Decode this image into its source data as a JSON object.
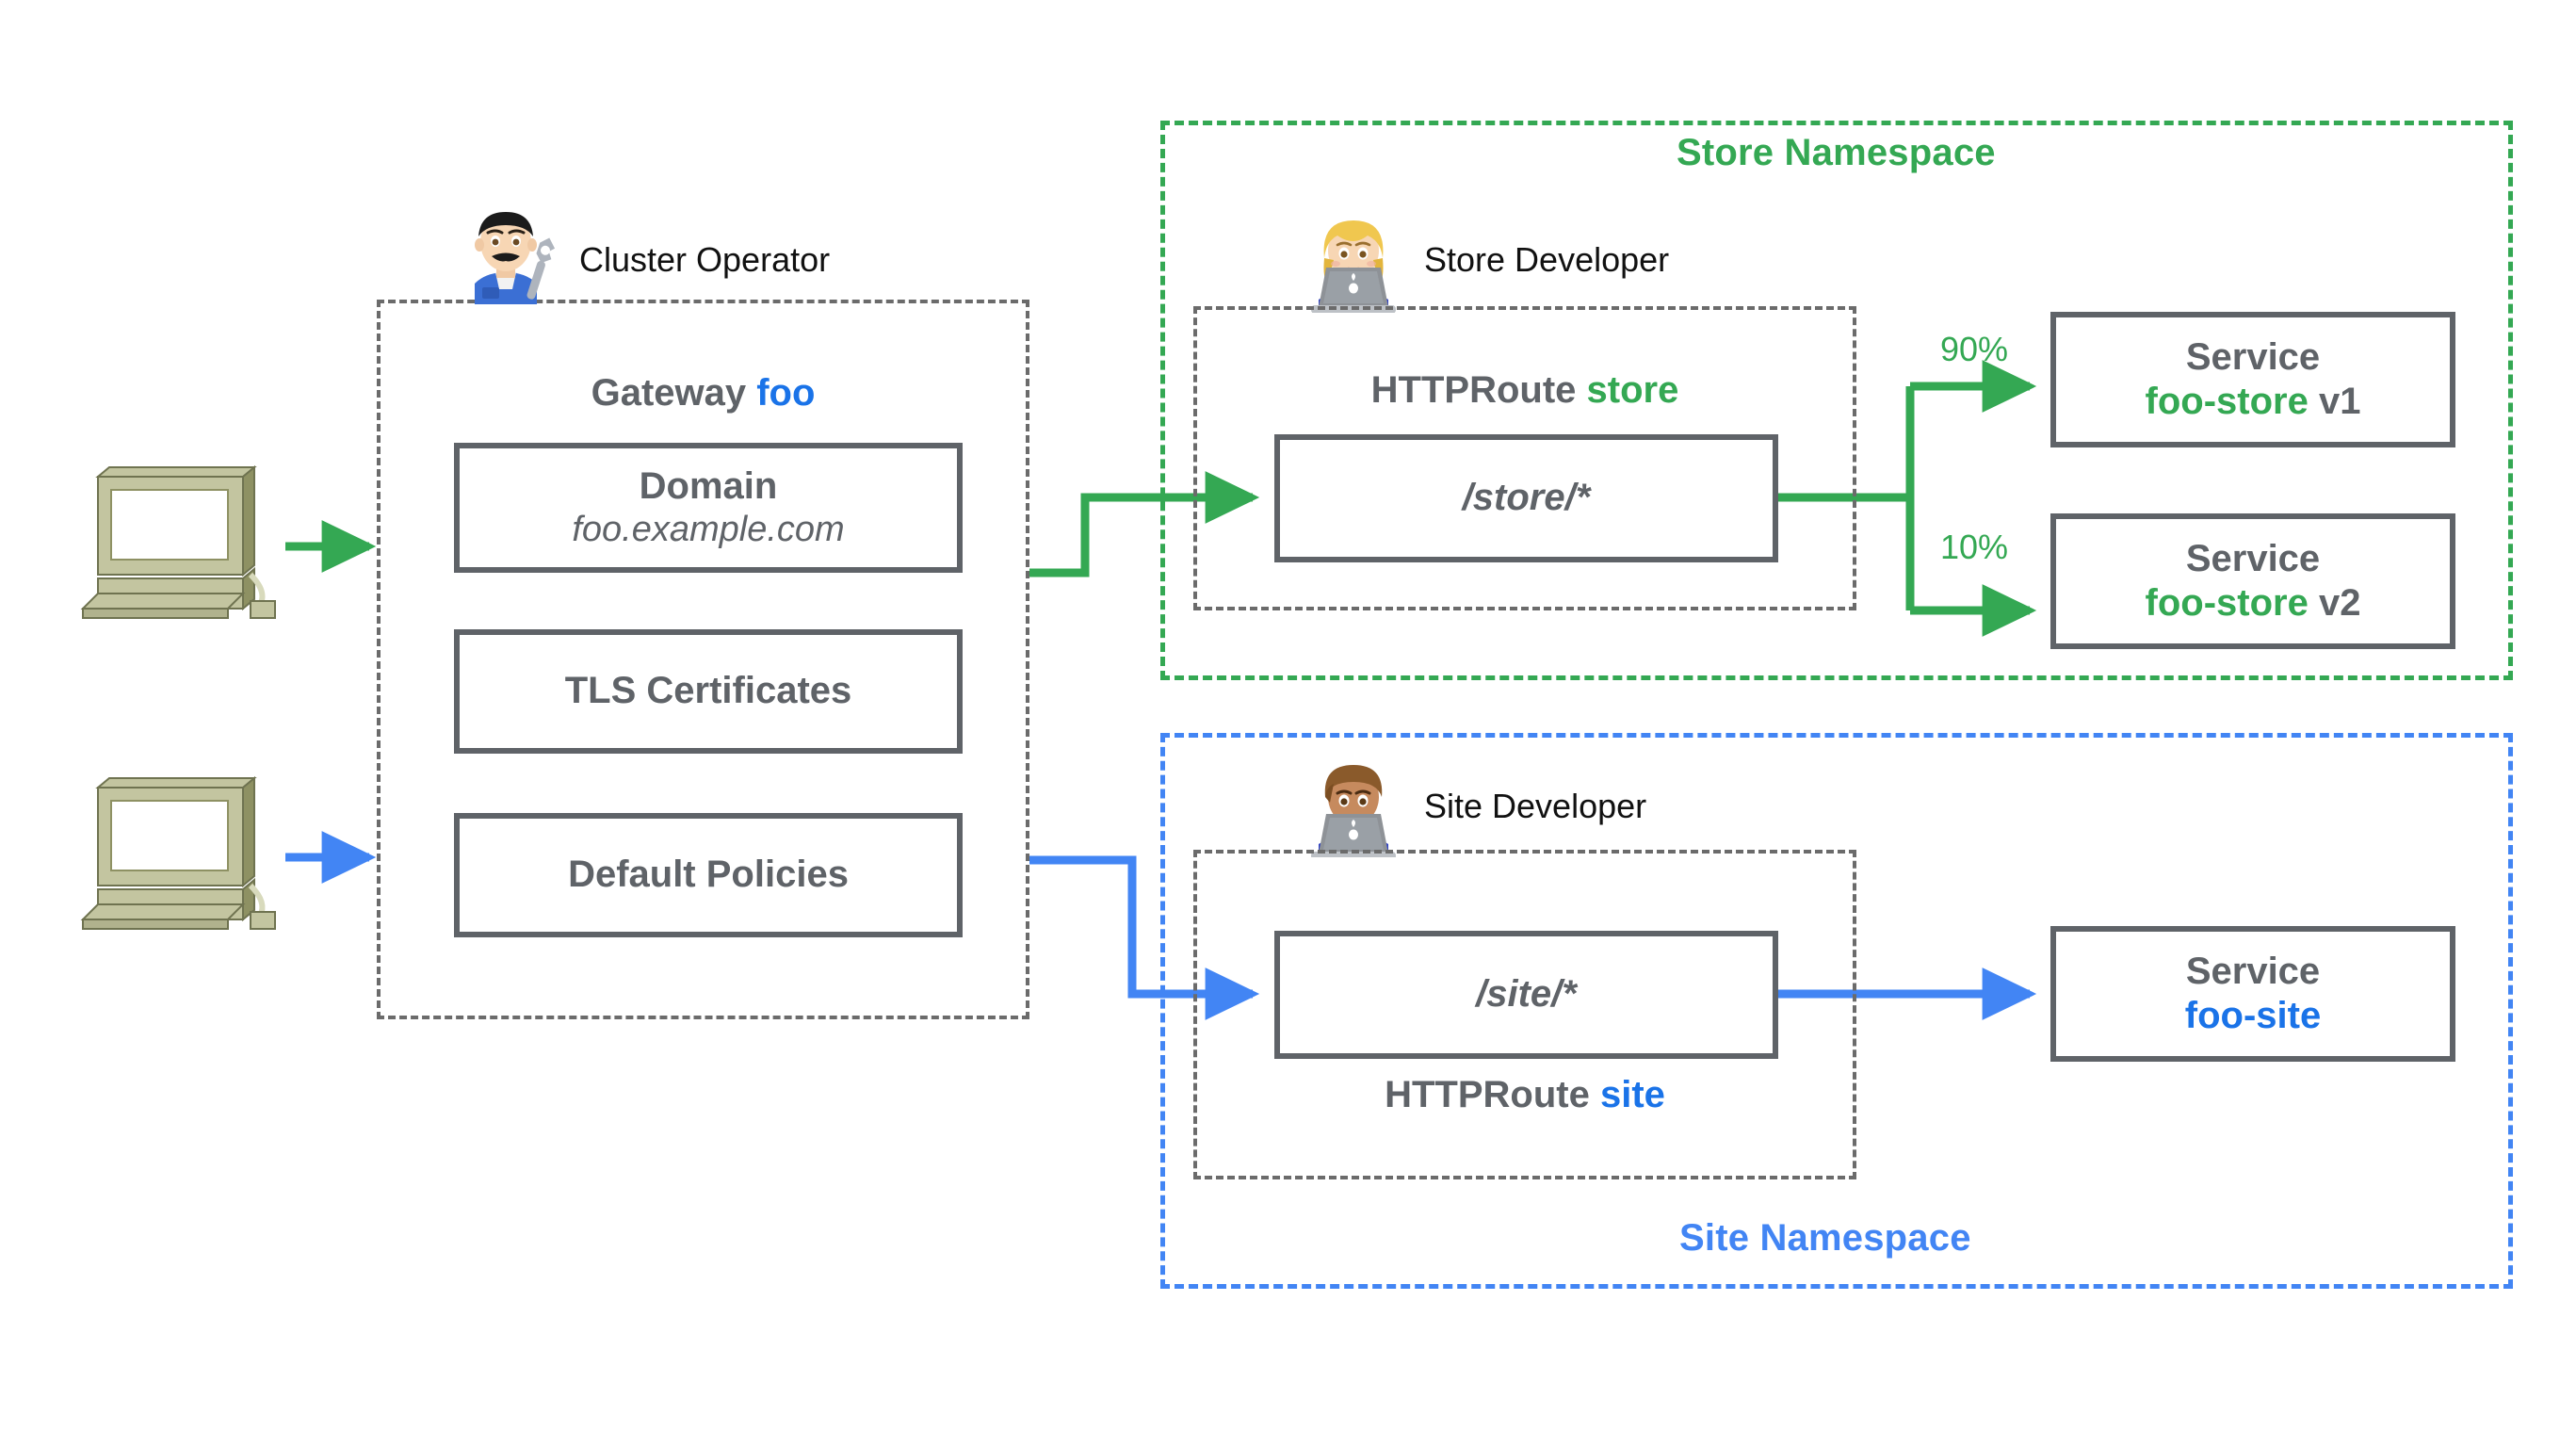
{
  "colors": {
    "green": "#34a853",
    "blue": "#4285f4",
    "blue_text": "#1a73e8",
    "grey": "#5f6368",
    "dashed_grey": "#6b6b6b"
  },
  "clients": [
    {
      "name": "client-computer-top",
      "icon": "desktop-computer-icon",
      "arrow_color": "#34a853"
    },
    {
      "name": "client-computer-bottom",
      "icon": "desktop-computer-icon",
      "arrow_color": "#4285f4"
    }
  ],
  "gateway": {
    "persona": {
      "label": "Cluster Operator",
      "icon": "man-mechanic-emoji"
    },
    "title_prefix": "Gateway",
    "title_name": "foo",
    "boxes": [
      {
        "line1": "Domain",
        "line2": "foo.example.com"
      },
      {
        "line1": "TLS Certificates",
        "line2": ""
      },
      {
        "line1": "Default Policies",
        "line2": ""
      }
    ]
  },
  "namespaces": [
    {
      "id": "store",
      "title": "Store Namespace",
      "color": "#34a853",
      "persona": {
        "label": "Store Developer",
        "icon": "woman-technologist-emoji"
      },
      "route": {
        "title_prefix": "HTTPRoute",
        "title_name": "store",
        "title_position": "above",
        "path": "/store/*"
      },
      "services": [
        {
          "weight": "90%",
          "line1": "Service",
          "name": "foo-store",
          "version": " v1"
        },
        {
          "weight": "10%",
          "line1": "Service",
          "name": "foo-store",
          "version": " v2"
        }
      ]
    },
    {
      "id": "site",
      "title": "Site Namespace",
      "color": "#4285f4",
      "persona": {
        "label": "Site Developer",
        "icon": "man-technologist-emoji"
      },
      "route": {
        "title_prefix": "HTTPRoute",
        "title_name": "site",
        "title_position": "below",
        "path": "/site/*"
      },
      "services": [
        {
          "weight": "",
          "line1": "Service",
          "name": "foo-site",
          "version": ""
        }
      ]
    }
  ]
}
